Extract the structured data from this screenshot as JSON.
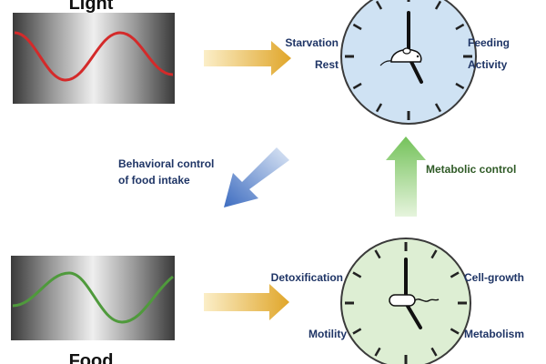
{
  "top_panel": {
    "title": "Light",
    "wave_color": "#d42a2a"
  },
  "bottom_panel": {
    "title": "Food",
    "wave_color": "#4f9a3c"
  },
  "light_clock": {
    "face_color": "#cfe2f3",
    "left_top": "Starvation",
    "left_bottom": "Rest",
    "right_top": "Feeding",
    "right_bottom": "Activity",
    "icon": "mouse-icon"
  },
  "food_clock": {
    "face_color": "#ddeed3",
    "left_top": "Detoxification",
    "left_bottom": "Motility",
    "right_top": "Cell-growth",
    "right_bottom": "Metabolism",
    "icon": "bacterium-icon"
  },
  "arrows": {
    "behavioral_line1": "Behavioral control",
    "behavioral_line2": "of food intake",
    "metabolic": "Metabolic control"
  },
  "colors": {
    "entrainment_arrow": "#e0a62a",
    "behavioral_arrow": "#3d6cc0",
    "metabolic_arrow": "#74c25a"
  }
}
